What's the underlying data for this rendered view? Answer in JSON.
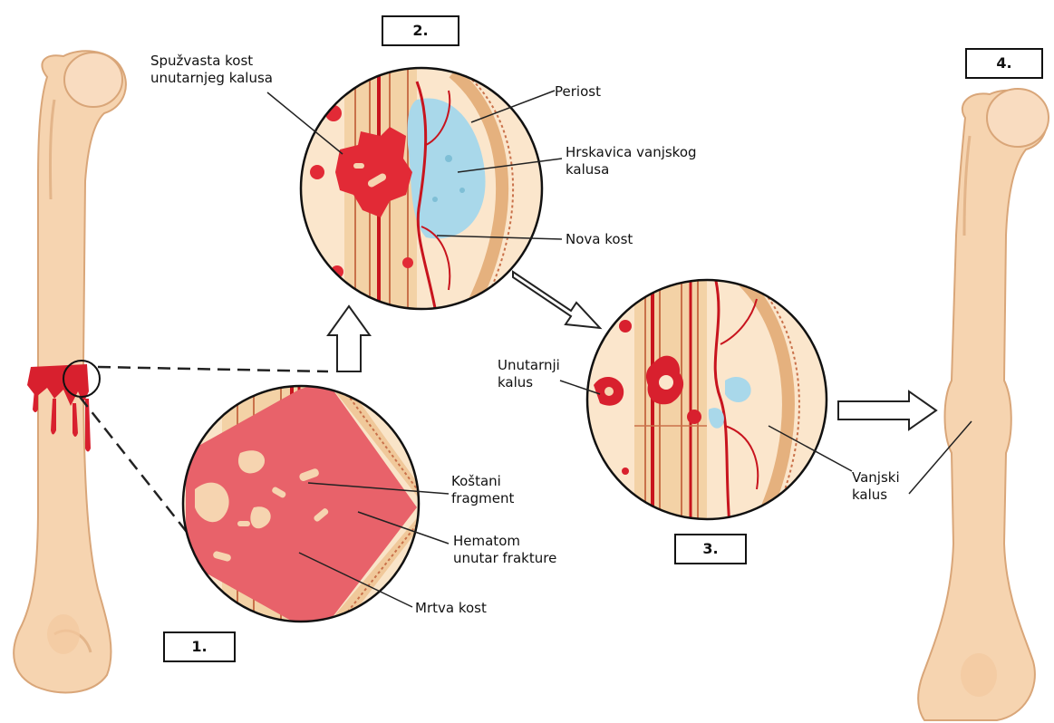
{
  "steps": {
    "s1": "1.",
    "s2": "2.",
    "s3": "3.",
    "s4": "4."
  },
  "labels": {
    "spongy_bone": "Spužvasta kost\nunutarnjeg kalusa",
    "periosteum": "Periost",
    "cartilage": "Hrskavica vanjskog\nkalusa",
    "new_bone": "Nova kost",
    "bone_fragment": "Koštani\nfragment",
    "hematoma": "Hematom\nunutar frakture",
    "dead_bone": "Mrtva kost",
    "internal_callus": "Unutarnji\nkalus",
    "external_callus": "Vanjski\nkalus"
  },
  "colors": {
    "bone": "#f6d4b0",
    "bone_shadow": "#e0ad80",
    "blood": "#d8202e",
    "hematoma": "#e8626a",
    "cartilage": "#a9d8ea"
  }
}
